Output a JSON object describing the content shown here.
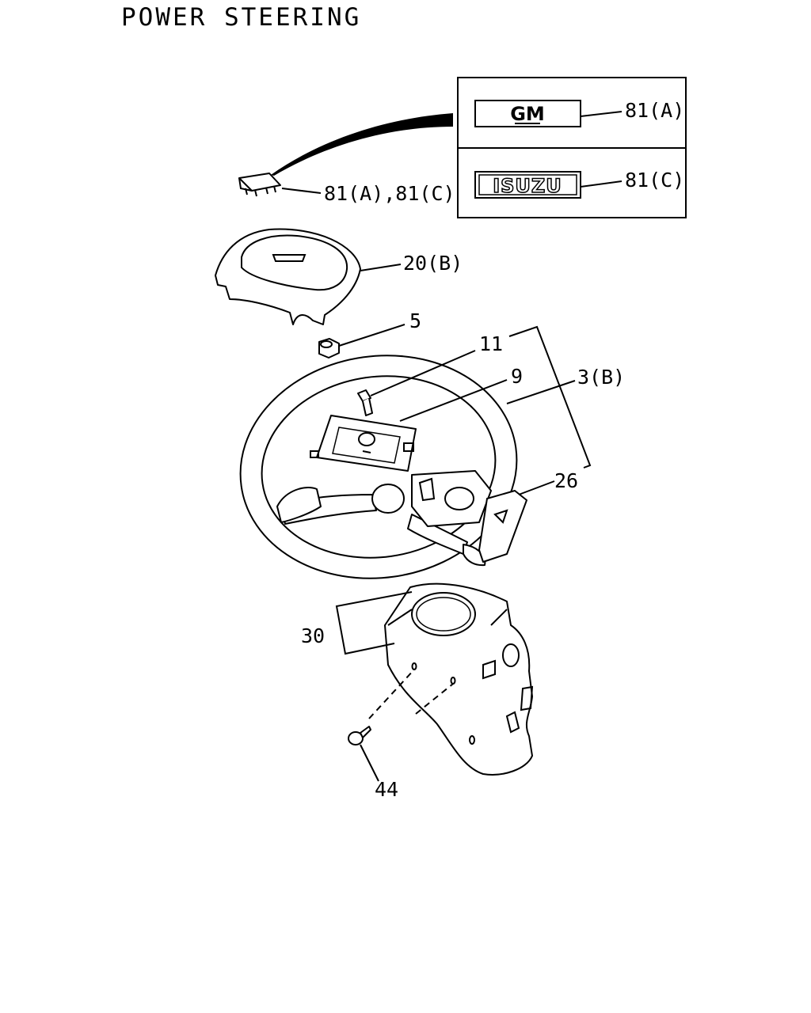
{
  "title": "POWER STEERING",
  "inset": {
    "emblem_a_text": "GM",
    "emblem_c_text": "ISUZU"
  },
  "callouts": {
    "p81a": "81(A)",
    "p81c": "81(C)",
    "p81ac": "81(A),81(C)",
    "p20b": "20(B)",
    "p5": "5",
    "p11": "11",
    "p9": "9",
    "p3b": "3(B)",
    "p26": "26",
    "p30": "30",
    "p44": "44"
  }
}
